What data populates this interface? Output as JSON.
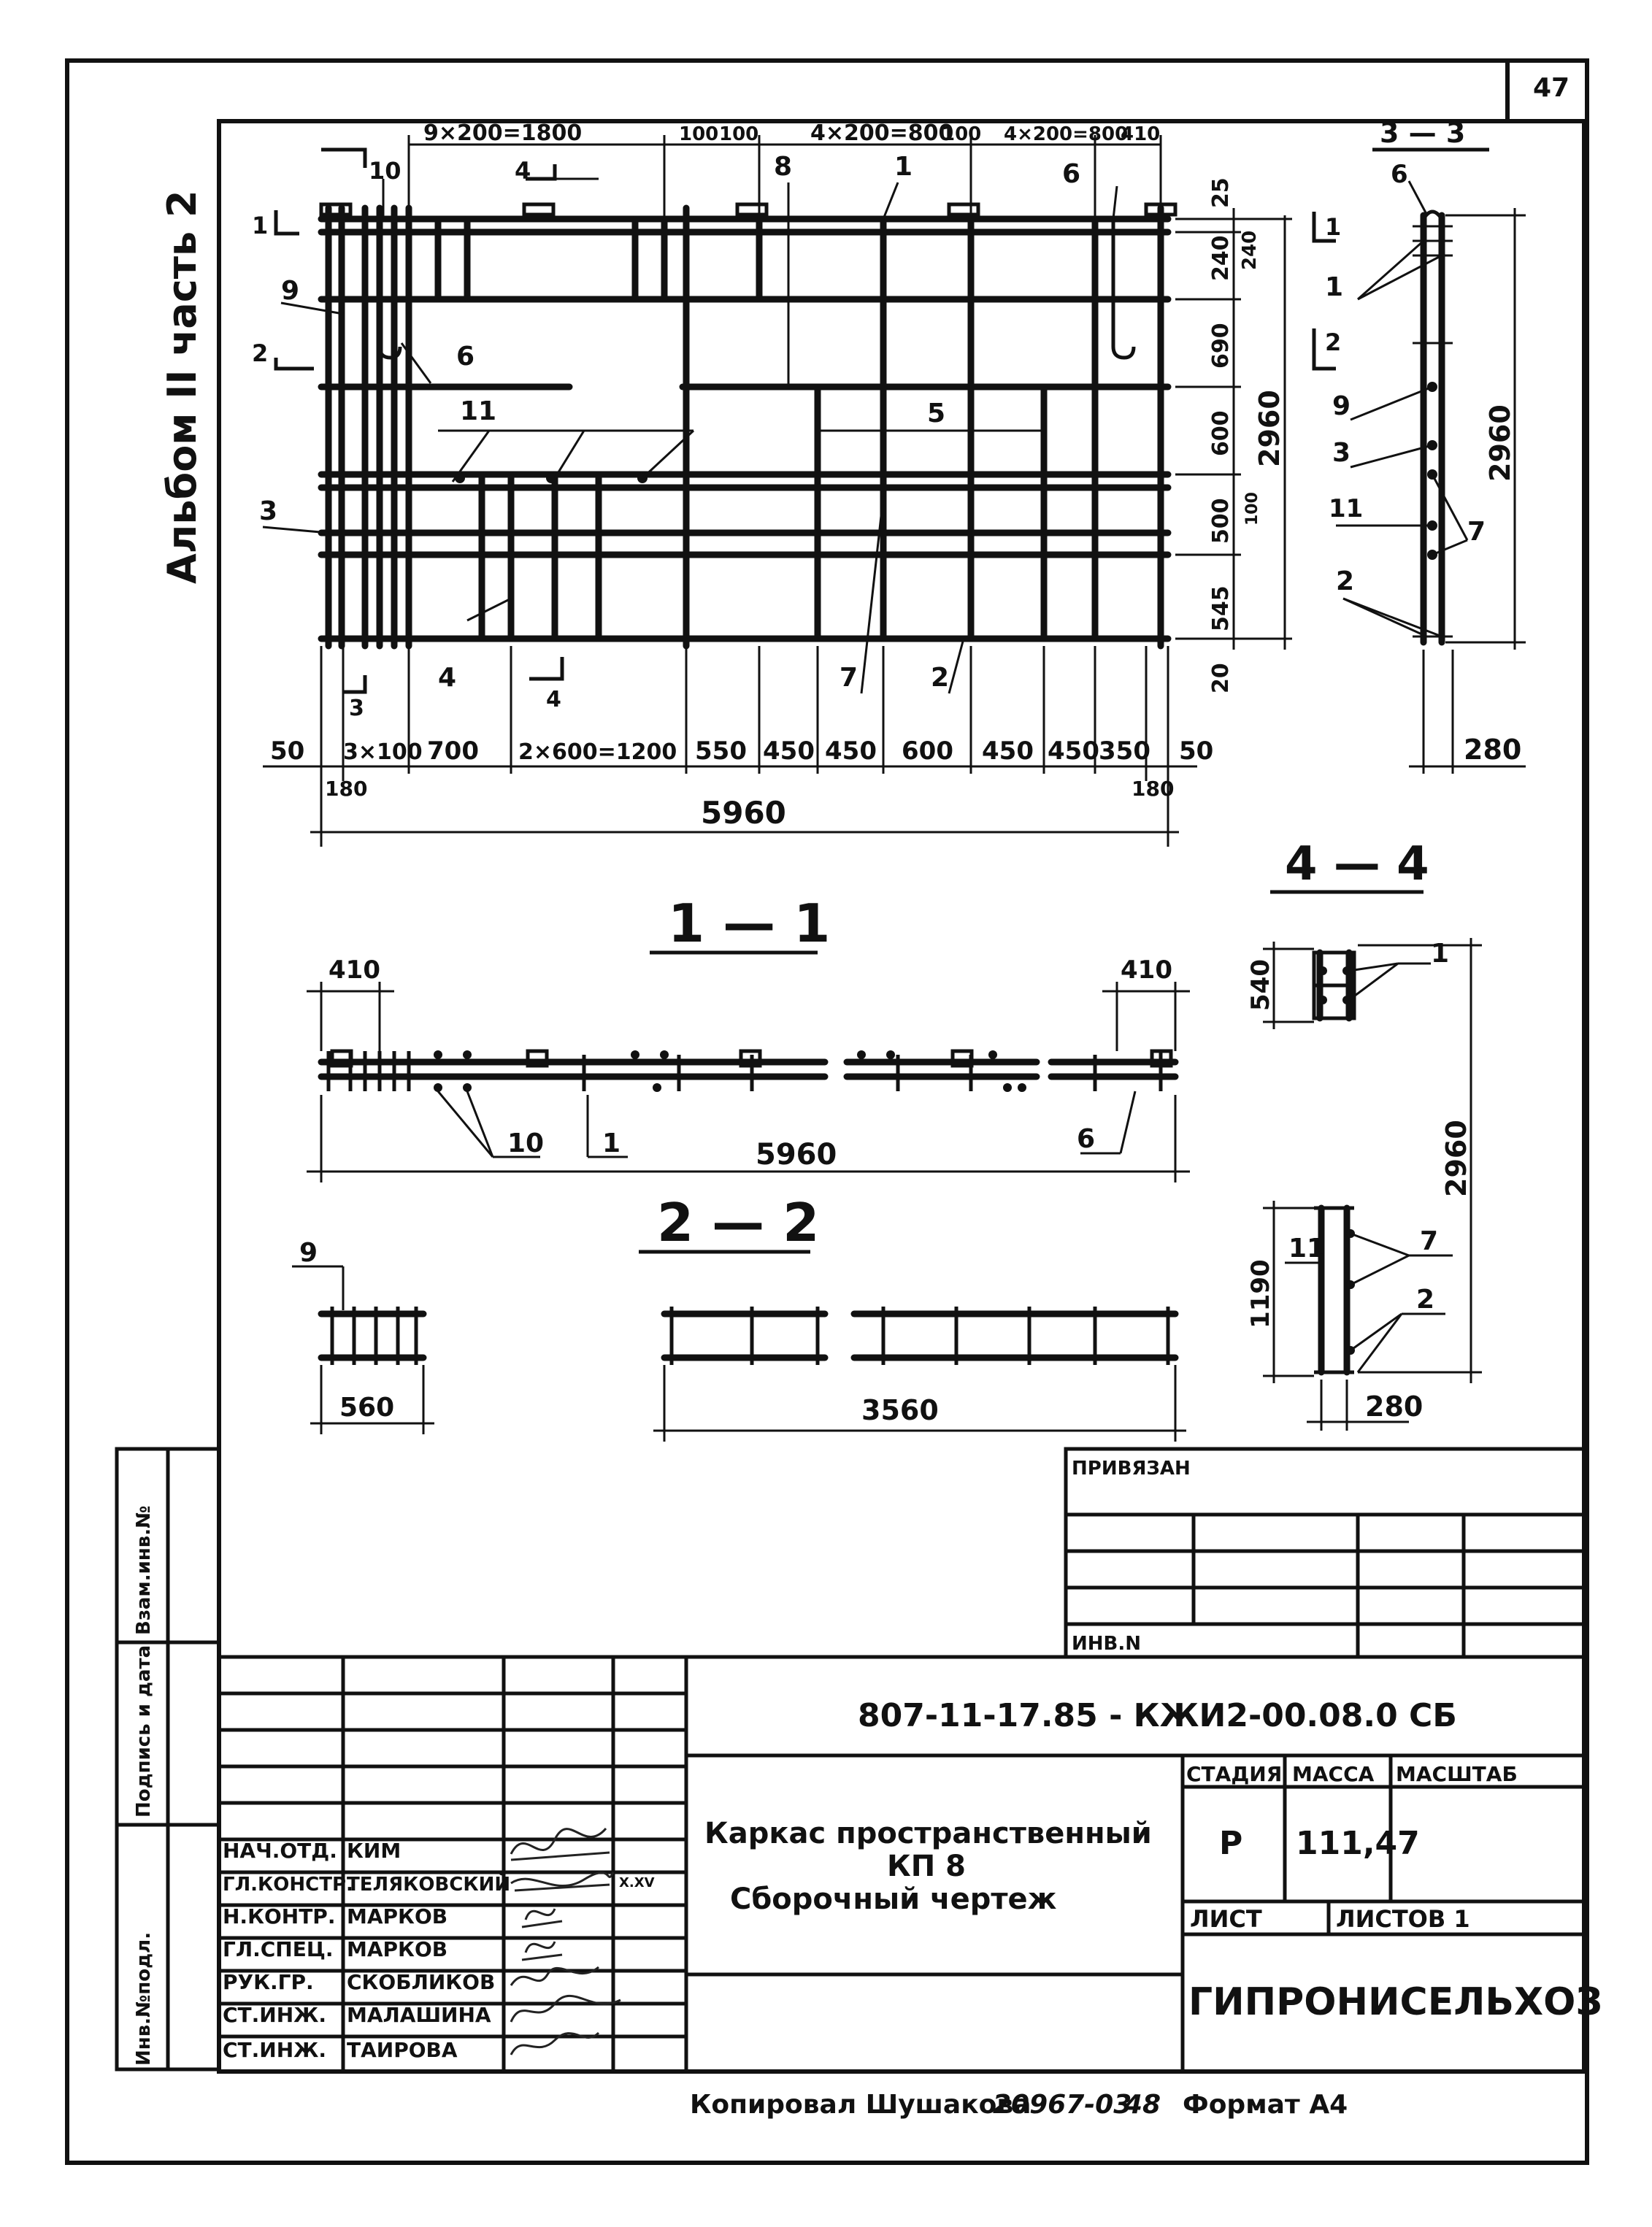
{
  "page_number": "47",
  "album_label": "Альбом II часть 2",
  "elevation": {
    "top_dims": [
      "9×200=1800",
      "100",
      "100",
      "4×200=800",
      "100",
      "4×200=800",
      "410"
    ],
    "bottom_dims": [
      "50",
      "3×100",
      "700",
      "2×600=1200",
      "550",
      "450",
      "450",
      "600",
      "450",
      "450",
      "350",
      "50"
    ],
    "edge_dims": [
      "180",
      "180"
    ],
    "overall_length": "5960",
    "right_dims": [
      "25",
      "240",
      "240",
      "690",
      "600",
      "500",
      "100",
      "545",
      "20"
    ],
    "overall_height": "2960",
    "callouts": [
      "10",
      "4",
      "8",
      "1",
      "6",
      "9",
      "6",
      "11",
      "5",
      "3",
      "4",
      "7",
      "2"
    ],
    "section_marks": [
      "1",
      "2",
      "3",
      "4",
      "1",
      "2"
    ]
  },
  "section_33": {
    "title": "3 — 3",
    "callouts": [
      "6",
      "1",
      "9",
      "3",
      "11",
      "7",
      "2"
    ],
    "height": "2960",
    "width": "280"
  },
  "section_11": {
    "title": "1 — 1",
    "left_dim": "410",
    "right_dim": "410",
    "length": "5960",
    "callouts": [
      "10",
      "1",
      "6"
    ]
  },
  "section_22": {
    "title": "2 — 2",
    "callout": "9",
    "left_width": "560",
    "length": "3560"
  },
  "section_44": {
    "title": "4 — 4",
    "top_dim": "540",
    "top_callout": "1",
    "height": "2960",
    "bottom_dim": "1190",
    "callouts": [
      "11",
      "7",
      "2"
    ],
    "width": "280"
  },
  "side_stamp": [
    "Инв.№подл.",
    "Подпись и дата",
    "Взам.инв.№"
  ],
  "binding_box": {
    "title": "ПРИВЯЗАН",
    "inv_label": "ИНВ.N"
  },
  "title_block": {
    "code": "807-11-17.85 - КЖИ2-00.08.0 СБ",
    "name_lines": [
      "Каркас пространственный",
      "КП 8",
      "Сборочный чертеж"
    ],
    "stage_label": "СТАДИЯ",
    "mass_label": "МАССА",
    "scale_label": "МАСШТАБ",
    "stage": "Р",
    "mass": "111,47",
    "sheet_label": "ЛИСТ",
    "sheets_label": "ЛИСТОВ 1",
    "organization": "ГИПРОНИСЕЛЬХОЗ",
    "personnel": [
      {
        "role": "НАЧ.ОТД.",
        "name": "КИМ"
      },
      {
        "role": "ГЛ.КОНСТР.",
        "name": "ТЕЛЯКОВСКИЙ"
      },
      {
        "role": "Н.КОНТР.",
        "name": "МАРКОВ"
      },
      {
        "role": "ГЛ.СПЕЦ.",
        "name": "МАРКОВ"
      },
      {
        "role": "РУК.ГР.",
        "name": "СКОБЛИКОВ"
      },
      {
        "role": "СТ.ИНЖ.",
        "name": "МАЛАШИНА"
      },
      {
        "role": "СТ.ИНЖ.",
        "name": "ТАИРОВА"
      }
    ],
    "date_note": "Х.ХV"
  },
  "footer": {
    "copied": "Копировал Шушакова",
    "order": "20967-03",
    "num": "48",
    "format": "Формат А4"
  }
}
